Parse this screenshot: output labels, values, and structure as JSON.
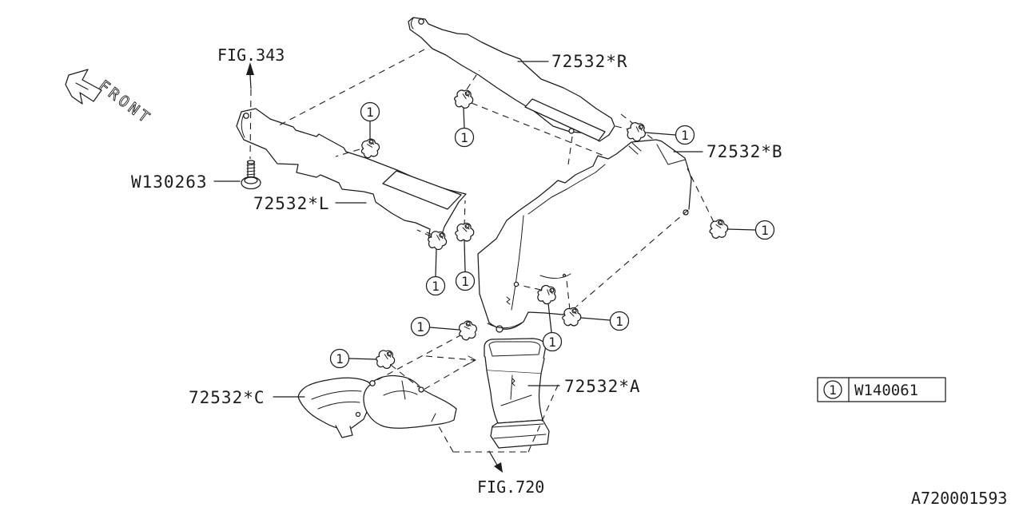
{
  "diagram": {
    "doc_id": "A720001593",
    "orientation_label": "FRONT",
    "figure_refs": {
      "fig343": "FIG.343",
      "fig720": "FIG.720"
    },
    "part_labels": {
      "duct_r": "72532*R",
      "duct_b": "72532*B",
      "duct_l": "72532*L",
      "duct_a": "72532*A",
      "duct_c": "72532*C",
      "screw": "W130263"
    },
    "callout": {
      "number": "1"
    },
    "legend": {
      "callout_number": "1",
      "part_number": "W140061"
    },
    "colors": {
      "line": "#1c1c1c",
      "background": "#ffffff"
    }
  }
}
